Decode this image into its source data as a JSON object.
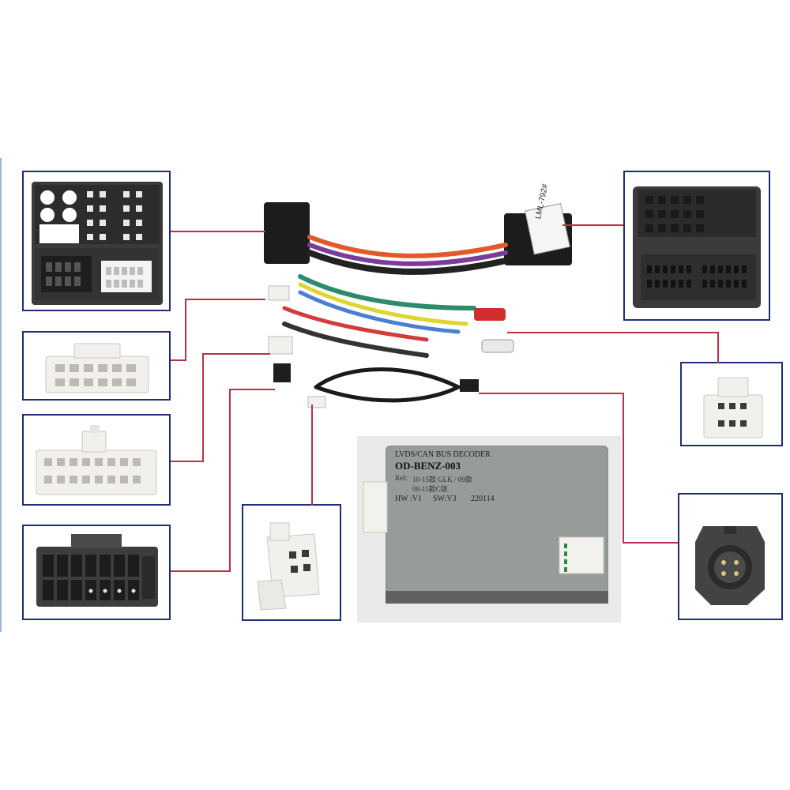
{
  "decoder": {
    "line1": "LVDS/CAN BUS DECODER",
    "model": "OD-BENZ-003",
    "spec_label": "Ref:",
    "spec_text_1": "10-15款 GLK / 09款",
    "spec_text_2": "08-11款C级",
    "hw_label": "HW :V1",
    "sw_label": "SW:V3",
    "date": "220114"
  },
  "harness": {
    "tag_text": "LML-792#"
  },
  "colors": {
    "panel_border": "#1f2d78",
    "leader_line": "#b8324a",
    "connector_dark": "#3c3c3c",
    "connector_white": "#f3f2ee",
    "decoder_case": "#8e9290"
  }
}
